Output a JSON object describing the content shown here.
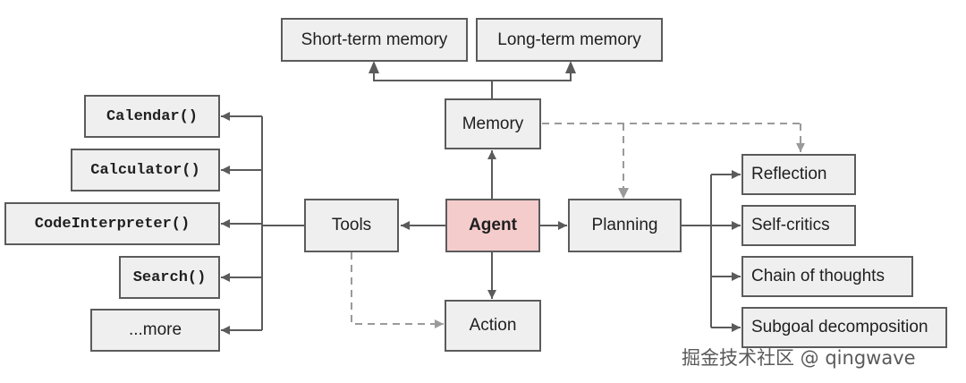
{
  "colors": {
    "node_fill": "#efefef",
    "agent_fill": "#f4cccc",
    "solid_line": "#5b5b5b",
    "dashed_line": "#9a9a9a"
  },
  "nodes": {
    "short_term_memory": "Short-term memory",
    "long_term_memory": "Long-term memory",
    "memory": "Memory",
    "agent": "Agent",
    "tools": "Tools",
    "planning": "Planning",
    "action": "Action",
    "calendar": "Calendar()",
    "calculator": "Calculator()",
    "code_interpreter": "CodeInterpreter()",
    "search": "Search()",
    "more": "...more",
    "reflection": "Reflection",
    "self_critics": "Self-critics",
    "chain_of_thoughts": "Chain of thoughts",
    "subgoal_decomposition": "Subgoal decomposition"
  },
  "watermark": "掘金技术社区 @ qingwave"
}
